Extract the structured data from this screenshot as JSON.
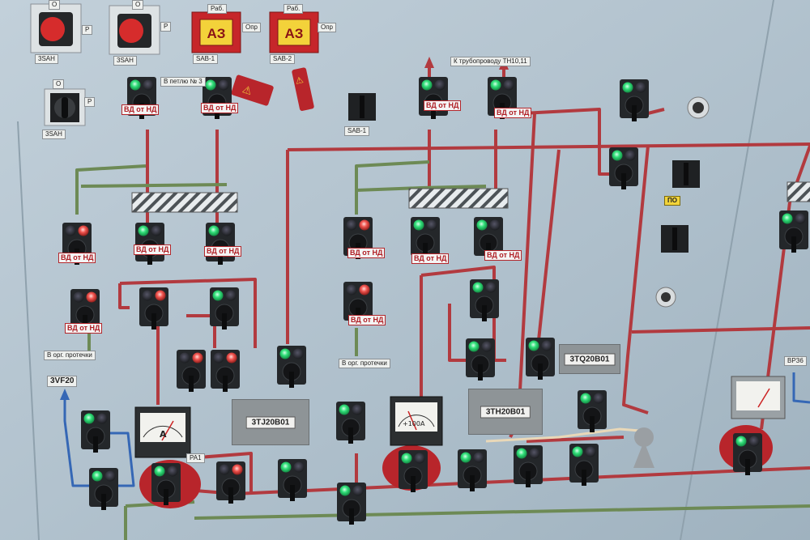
{
  "labels": {
    "l3san_1": "3SAH",
    "l3san_2": "3SAH",
    "l3san_3": "3SAH",
    "r1": "Р",
    "r2": "Р",
    "r3": "Р",
    "o1": "О",
    "o2": "О",
    "o3": "О",
    "rab1": "Раб.",
    "rab2": "Раб.",
    "opr1": "Опр",
    "opr2": "Опр",
    "sab1": "SAB-1",
    "sab2": "SAB-2",
    "sab_mid": "SAB-1",
    "petla": "В петлю № 3",
    "trub": "К трубопроводу ТН10,11",
    "po": "ПО",
    "vorg": "В орг. протечки",
    "vorg2": "В орг. протечки",
    "vf": "3VF20",
    "vpd": "ВРЗ6",
    "ra1": "РА1"
  },
  "az": {
    "left": "АЗ",
    "right": "АЗ"
  },
  "tags": {
    "vd": "ВД от НД",
    "danger": "⚠"
  },
  "plates": {
    "tj20": "3TJ20B01",
    "th20": "3TH20B01",
    "tq20": "3TQ20B01"
  },
  "meters": {
    "left_scale": "A",
    "mid_scale": "+100А"
  },
  "colors": {
    "panel": "#aebfcb",
    "line_red": "#b23a3f",
    "line_green": "#6d8a55",
    "line_blue": "#3567b5",
    "lamp_green": "#32e07a",
    "lamp_red": "#f0544f",
    "az_fill": "#c6262a",
    "az_inner": "#f3d23a"
  }
}
